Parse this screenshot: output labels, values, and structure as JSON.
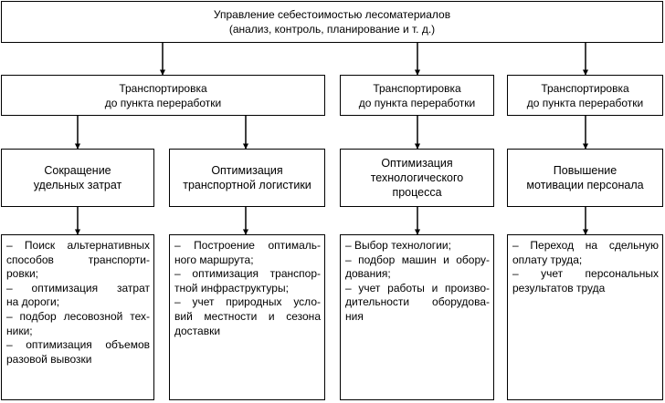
{
  "top": {
    "line1": "Управление себестоимостью лесоматериалов",
    "line2": "(анализ, контроль, планирование и т. д.)"
  },
  "transport": [
    {
      "line1": "Транспортировка",
      "line2": "до пункта переработки"
    },
    {
      "line1": "Транспортировка",
      "line2": "до пункта переработки"
    },
    {
      "line1": "Транспортировка",
      "line2": "до пункта переработки"
    }
  ],
  "directions": [
    {
      "lines": [
        "Сокращение",
        "удельных затрат"
      ]
    },
    {
      "lines": [
        "Оптимизация",
        "транспортной логистики"
      ]
    },
    {
      "lines": [
        "Оптимизация",
        "технологического",
        "процесса"
      ]
    },
    {
      "lines": [
        "Повышение",
        "мотивации персонала"
      ]
    }
  ],
  "measures": [
    {
      "lines": [
        "– Поиск альтернативных",
        "способов транспорти-",
        "ровки;",
        "– оптимизация затрат",
        "на дороги;",
        "– подбор лесовозной тех-",
        "ники;",
        "– оптимизация объемов",
        "разовой вывозки"
      ]
    },
    {
      "lines": [
        "– Построение оптималь-",
        "ного маршрута;",
        "– оптимизация транспор-",
        "тной инфраструктуры;",
        "– учет природных усло-",
        "вий местности и сезона",
        "доставки"
      ]
    },
    {
      "lines": [
        "– Выбор технологии;",
        "– подбор машин и обору-",
        "дования;",
        "– учет работы и произво-",
        "дительности оборудова-",
        "ния"
      ]
    },
    {
      "lines": [
        "– Переход на сдельную",
        "оплату труда;",
        "– учет персональных",
        "результатов труда"
      ]
    }
  ]
}
